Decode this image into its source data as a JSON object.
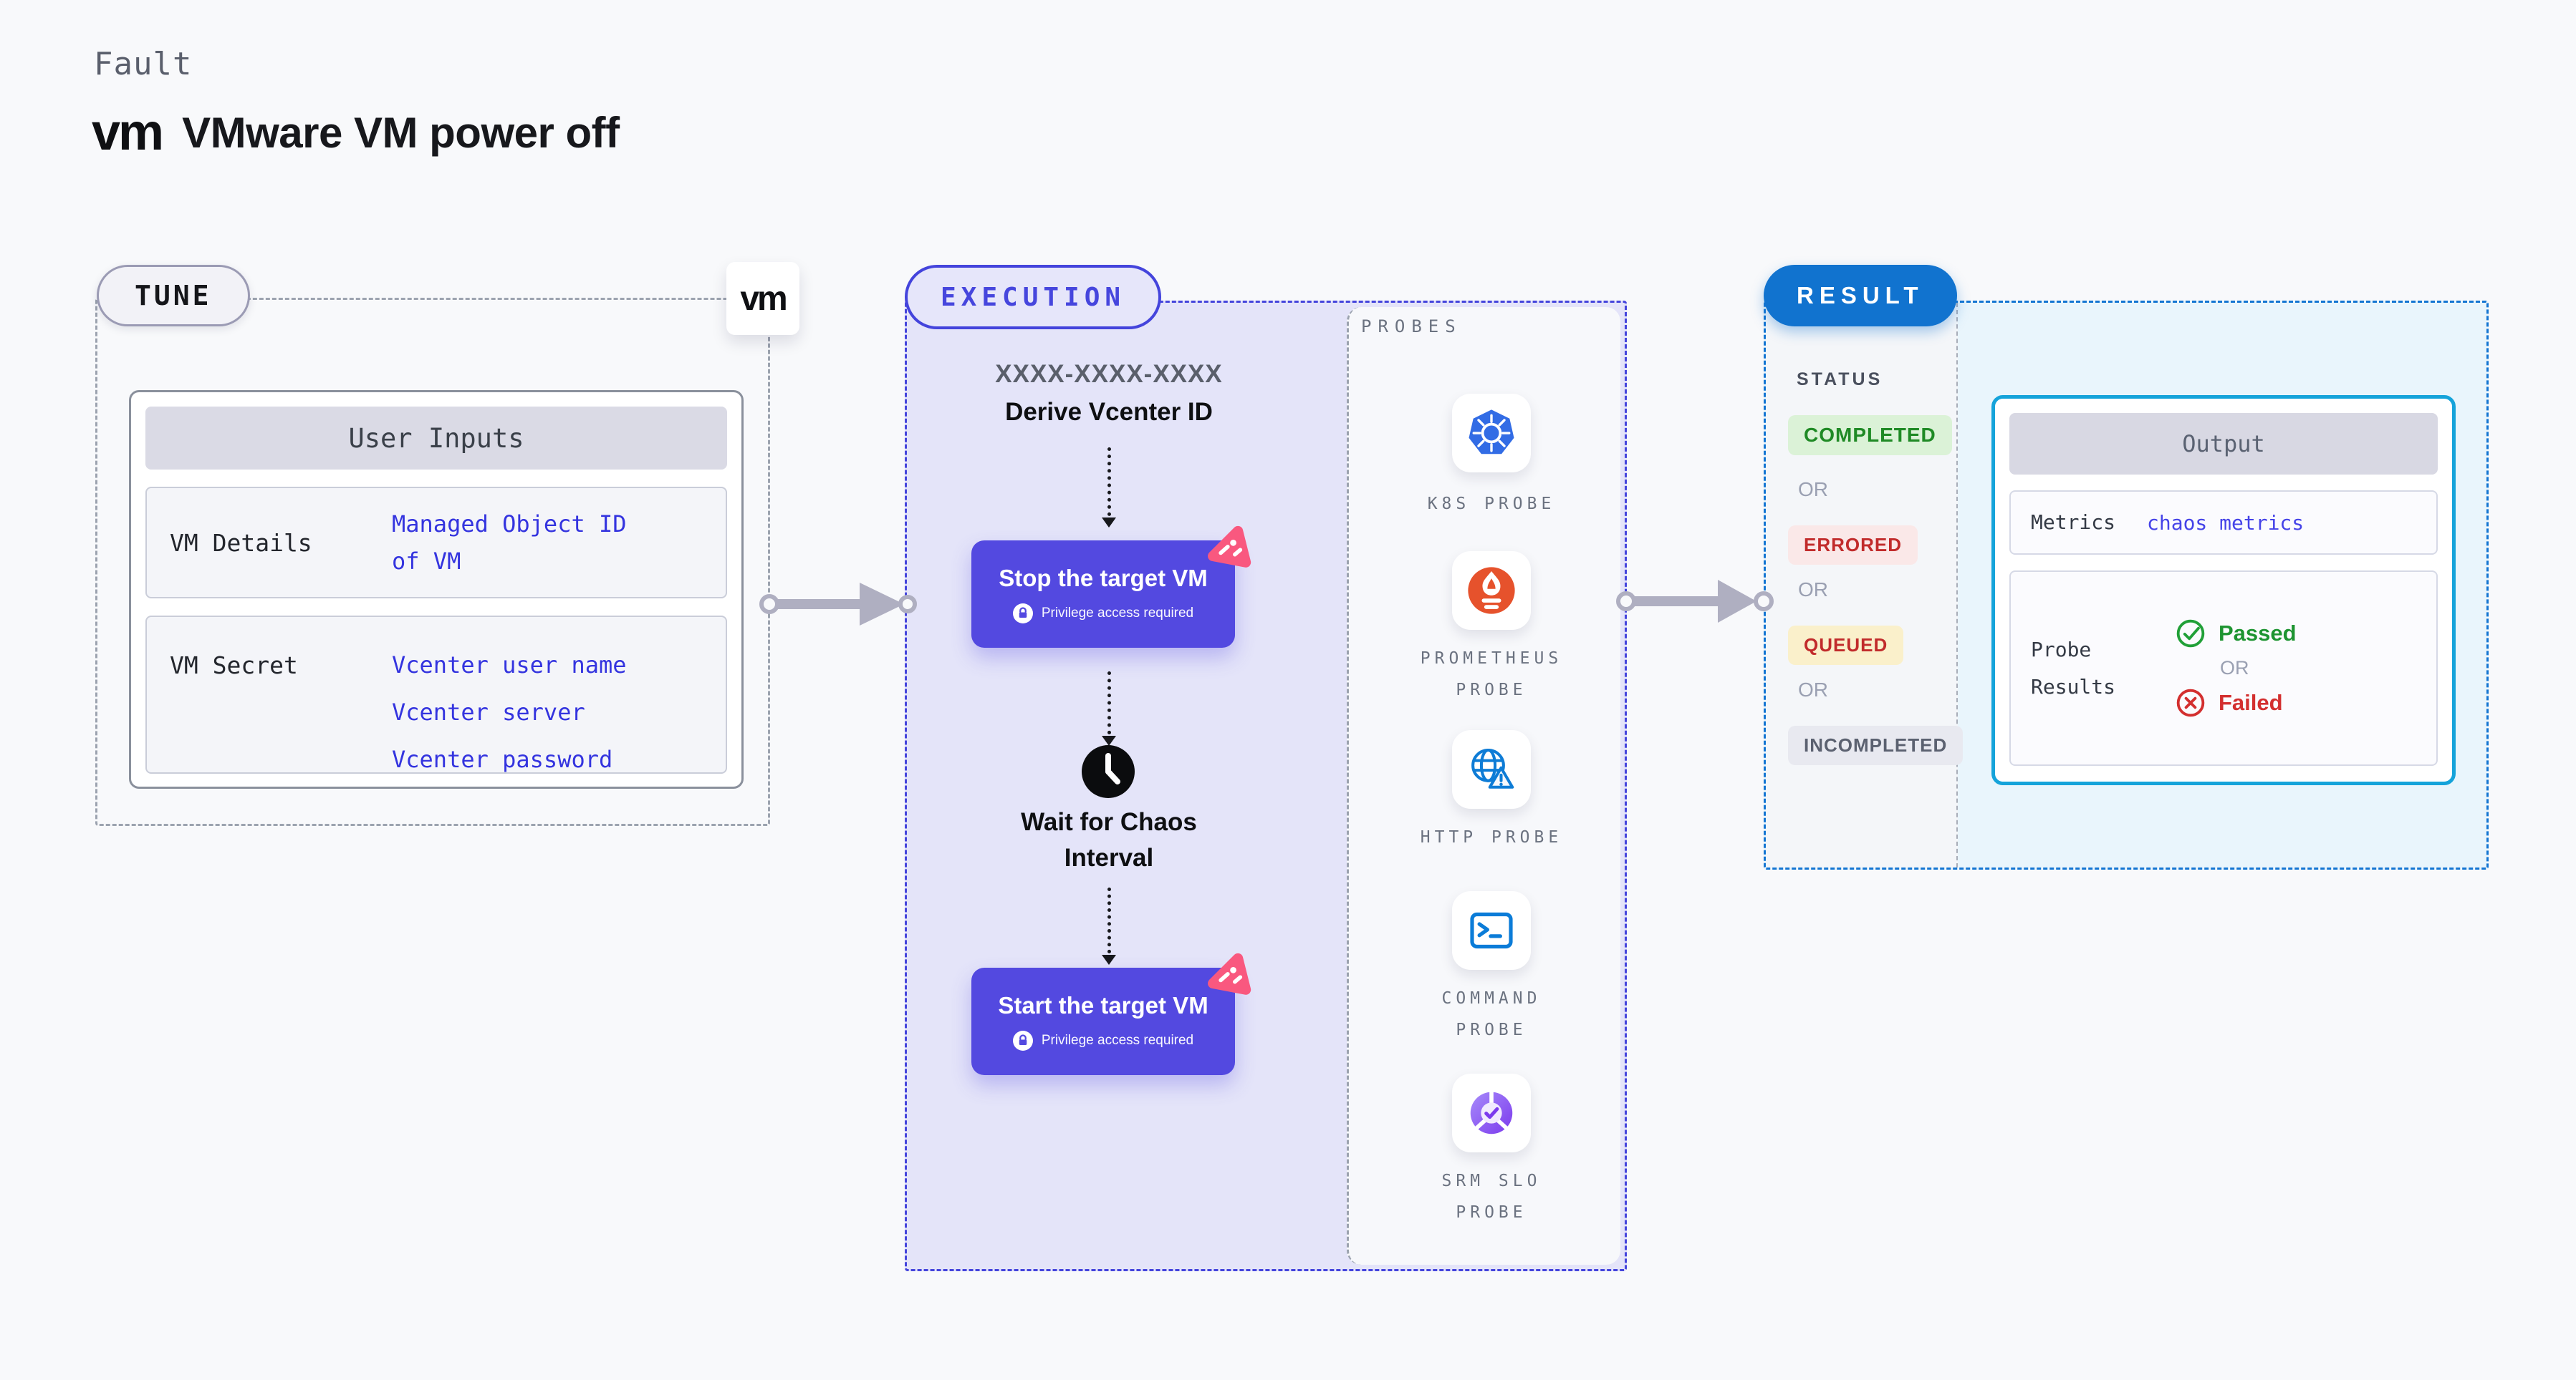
{
  "header": {
    "kicker": "Fault",
    "logo": "vm",
    "title": "VMware VM power off"
  },
  "tune": {
    "badge": "TUNE",
    "vm_logo": "vm",
    "user_inputs": {
      "title": "User Inputs",
      "rows": [
        {
          "label": "VM Details",
          "values": [
            "Managed Object ID",
            "of VM"
          ]
        },
        {
          "label": "VM Secret",
          "values": [
            "Vcenter user name",
            "Vcenter server",
            "Vcenter password"
          ]
        }
      ]
    }
  },
  "execution": {
    "badge": "EXECUTION",
    "flow": {
      "id_placeholder": "XXXX-XXXX-XXXX",
      "derive_label": "Derive Vcenter ID",
      "stop": {
        "label": "Stop the target VM",
        "note": "Privilege access required"
      },
      "wait": {
        "line1": "Wait for Chaos",
        "line2": "Interval"
      },
      "start": {
        "label": "Start the target VM",
        "note": "Privilege access required"
      }
    }
  },
  "probes": {
    "title": "PROBES",
    "items": [
      {
        "name": "k8s",
        "label1": "K8S PROBE",
        "label2": ""
      },
      {
        "name": "prometheus",
        "label1": "PROMETHEUS",
        "label2": "PROBE"
      },
      {
        "name": "http",
        "label1": "HTTP PROBE",
        "label2": ""
      },
      {
        "name": "command",
        "label1": "COMMAND",
        "label2": "PROBE"
      },
      {
        "name": "srm-slo",
        "label1": "SRM SLO",
        "label2": "PROBE"
      }
    ]
  },
  "result": {
    "badge": "RESULT",
    "status": {
      "title": "STATUS",
      "or": "OR",
      "badges": [
        {
          "label": "COMPLETED"
        },
        {
          "label": "ERRORED"
        },
        {
          "label": "QUEUED"
        },
        {
          "label": "INCOMPLETED"
        }
      ]
    },
    "output": {
      "title": "Output",
      "metrics_label": "Metrics",
      "metrics_value": "chaos metrics",
      "probe_results_line1": "Probe",
      "probe_results_line2": "Results",
      "passed": "Passed",
      "or": "OR",
      "failed": "Failed"
    }
  },
  "colors": {
    "background": "#F8F9FB",
    "indigo_accent": "#4444DC",
    "button_indigo": "#5349E0",
    "execution_bg": "#E4E4F9",
    "result_blue": "#1173CF",
    "output_border_cyan": "#15A3DA",
    "completed_green": "#1F8A25",
    "errored_red": "#C12B2B",
    "queued_bg": "#FAF0CB",
    "value_blue": "#3434DF",
    "passed_green": "#1D9431",
    "failed_red": "#D32F2F",
    "pink_mark": "#F9587F",
    "k8s_blue": "#326CE5",
    "prometheus_orange": "#E6522C",
    "probe_icon_blue": "#0E7CD6",
    "srm_purple": "#7C3AED"
  }
}
